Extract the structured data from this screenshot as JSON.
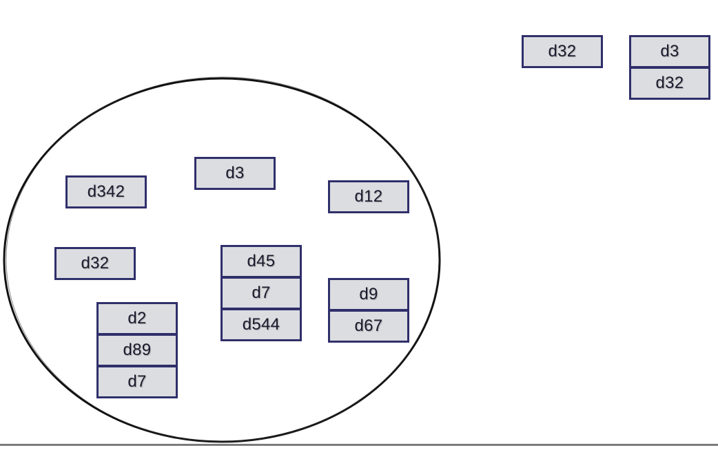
{
  "diagram": {
    "colors": {
      "box_fill": "#dcdde0",
      "box_border": "#2f2f6b",
      "text": "#1b1b2e",
      "ellipse": "#111111",
      "baseline": "#7b7b7b"
    },
    "outside_items": {
      "single": {
        "label": "d32"
      },
      "stack": [
        {
          "label": "d3"
        },
        {
          "label": "d32"
        }
      ]
    },
    "inside_items": {
      "d342": {
        "label": "d342"
      },
      "d3": {
        "label": "d3"
      },
      "d12": {
        "label": "d12"
      },
      "d32": {
        "label": "d32"
      },
      "stack_a": [
        {
          "label": "d45"
        },
        {
          "label": "d7"
        },
        {
          "label": "d544"
        }
      ],
      "stack_b": [
        {
          "label": "d9"
        },
        {
          "label": "d67"
        }
      ],
      "stack_c": [
        {
          "label": "d2"
        },
        {
          "label": "d89"
        },
        {
          "label": "d7"
        }
      ]
    }
  }
}
